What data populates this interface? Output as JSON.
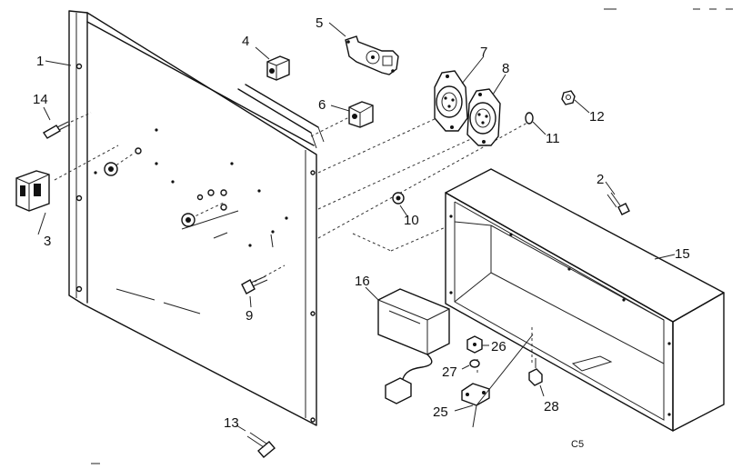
{
  "callouts": {
    "c1": "1",
    "c2": "2",
    "c3": "3",
    "c4": "4",
    "c5": "5",
    "c6": "6",
    "c7": "7",
    "c8": "8",
    "c9": "9",
    "c10": "10",
    "c11": "11",
    "c12": "12",
    "c13": "13",
    "c14": "14",
    "c15": "15",
    "c16": "16",
    "c25": "25",
    "c26": "26",
    "c27": "27",
    "c28": "28"
  },
  "footer_code": "C5"
}
